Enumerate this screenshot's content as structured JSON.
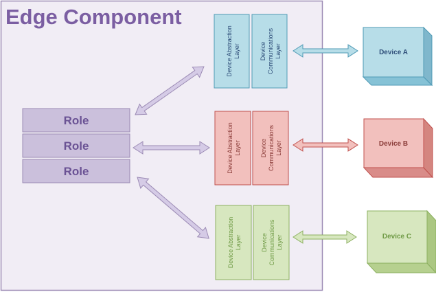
{
  "title": "Edge Component",
  "roles": [
    "Role",
    "Role",
    "Role"
  ],
  "layers": {
    "abstraction": "Device Abstraction Layer",
    "communications": "Device Communications Layer"
  },
  "devices": [
    "Device A",
    "Device B",
    "Device C"
  ]
}
